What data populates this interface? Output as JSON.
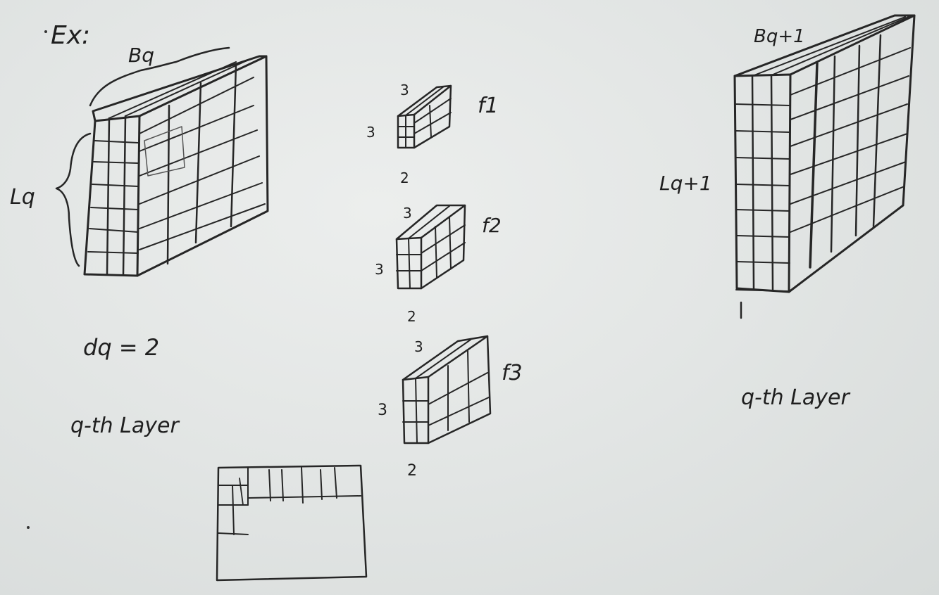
{
  "whiteboard": {
    "example_heading": "Ex:",
    "left_block": {
      "width_label": "Bq",
      "height_label": "Lq",
      "depth_equation": "dq = 2",
      "caption": "q-th Layer"
    },
    "filters": [
      {
        "name": "f1",
        "top_dim": "3",
        "side_dim": "3",
        "bottom_dim": "2"
      },
      {
        "name": "f2",
        "top_dim": "3",
        "side_dim": "3",
        "bottom_dim": "2"
      },
      {
        "name": "f3",
        "top_dim": "3",
        "side_dim": "3",
        "bottom_dim": "2"
      }
    ],
    "right_block": {
      "width_label": "Bq+1",
      "height_label": "Lq+1",
      "caption": "q-th Layer"
    }
  }
}
